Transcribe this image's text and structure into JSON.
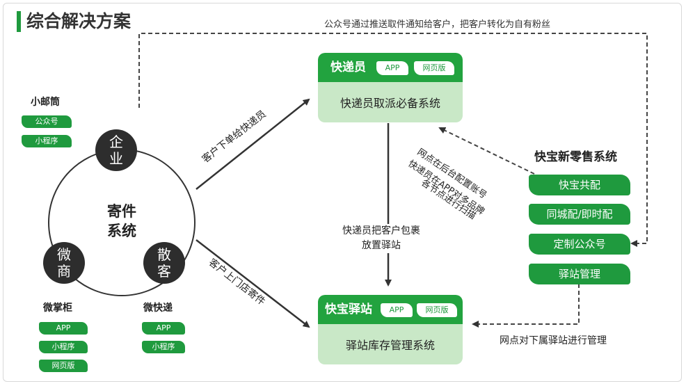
{
  "title": "综合解决方案",
  "top_note": "公众号通过推送取件通知给客户，把客户转化为自有粉丝",
  "left": {
    "xiaoyoutong": {
      "label": "小邮筒",
      "tags": [
        "公众号",
        "小程序"
      ]
    },
    "weizhanggui": {
      "label": "微掌柜",
      "tags": [
        "APP",
        "小程序",
        "网页版"
      ]
    },
    "weikuaidi": {
      "label": "微快递",
      "tags": [
        "APP",
        "小程序"
      ]
    },
    "center": {
      "line1": "寄件",
      "line2": "系统"
    },
    "nodes": {
      "enterprise": {
        "line1": "企",
        "line2": "业"
      },
      "wechat_merchant": {
        "line1": "微",
        "line2": "商"
      },
      "individual": {
        "line1": "散",
        "line2": "客"
      }
    }
  },
  "courier_system": {
    "name": "快递员",
    "tags": [
      "APP",
      "网页版"
    ],
    "body": "快递员取派必备系统"
  },
  "station_system": {
    "name": "快宝驿站",
    "tags": [
      "APP",
      "网页版"
    ],
    "body": "驿站库存管理系统"
  },
  "labels": {
    "order_to_courier": "客户下单给快递员",
    "walk_in": "客户上门店寄件",
    "parcel_to_station": [
      "快递员把客户包裹",
      "放置驿站"
    ],
    "config_account": "网点在后台配置账号",
    "multi_brand_scan": "快递员在APP对多品牌",
    "node_scan": "各节点进行扫描",
    "manage_station": "网点对下属驿站进行管理"
  },
  "retail": {
    "title": "快宝新零售系统",
    "items": [
      "快宝共配",
      "同城配/即时配",
      "定制公众号",
      "驿站管理"
    ]
  },
  "colors": {
    "brand_green": "#1f9a3e",
    "light_green": "#c9e8c7",
    "node_dark": "#2d2d2d"
  }
}
